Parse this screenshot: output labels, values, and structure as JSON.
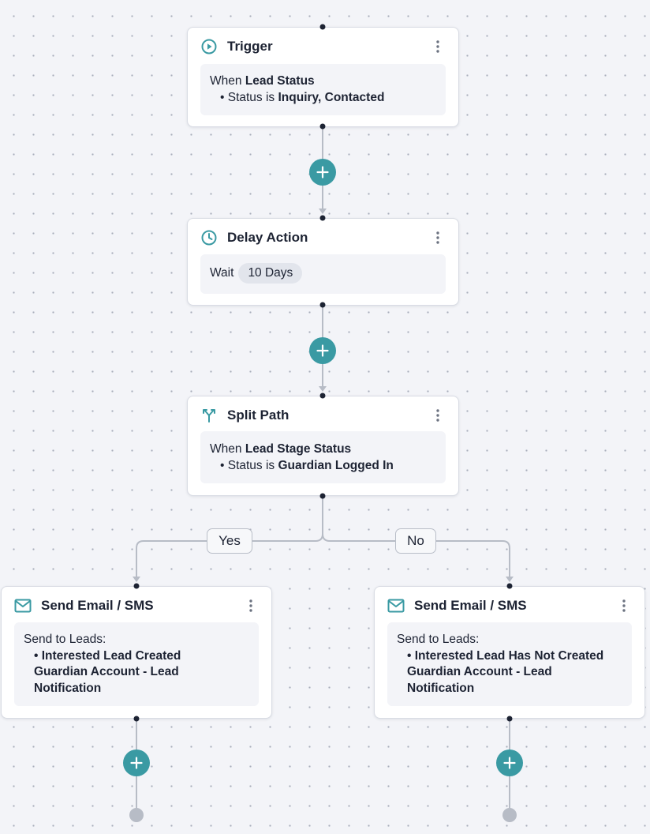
{
  "colors": {
    "accent": "#3a9aa3",
    "line": "#b7bcc6",
    "text": "#1d2333",
    "card_body_bg": "#f3f4f8"
  },
  "trigger": {
    "icon": "play-circle-icon",
    "title": "Trigger",
    "when_prefix": "When",
    "field": "Lead Status",
    "condition_prefix": "• Status is",
    "condition_value": "Inquiry, Contacted"
  },
  "delay": {
    "icon": "clock-icon",
    "title": "Delay Action",
    "wait_label": "Wait",
    "wait_value": "10 Days"
  },
  "split": {
    "icon": "split-path-icon",
    "title": "Split Path",
    "when_prefix": "When",
    "field": "Lead Stage Status",
    "condition_prefix": "• Status is",
    "condition_value": "Guardian Logged In"
  },
  "branches": {
    "yes_label": "Yes",
    "no_label": "No"
  },
  "email_yes": {
    "icon": "mail-icon",
    "title": "Send Email / SMS",
    "send_to_label": "Send to Leads:",
    "item_lines": [
      "• Interested Lead Created",
      "Guardian Account - Lead",
      "Notification"
    ]
  },
  "email_no": {
    "icon": "mail-icon",
    "title": "Send Email / SMS",
    "send_to_label": "Send to Leads:",
    "item_lines": [
      "• Interested Lead Has Not Created",
      "Guardian Account - Lead",
      "Notification"
    ]
  }
}
